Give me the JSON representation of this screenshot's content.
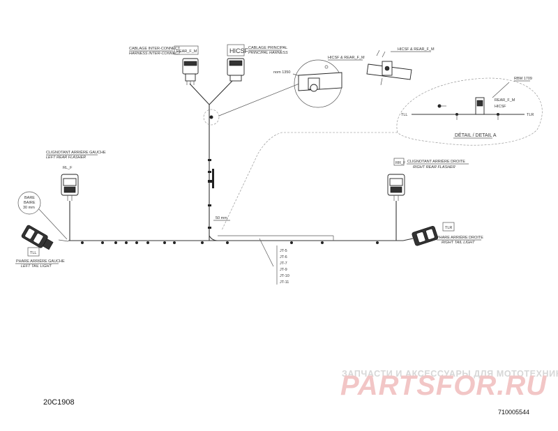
{
  "labels": {
    "harness_inter_connect_fr": "CABLAGE INTER-CONNECT",
    "harness_inter_connect_en": "HARNESS INTER-CONNECT",
    "rear_f_m_top": "REAR_F_M",
    "hicsf_box": "HICSF",
    "main_harness_fr": "CABLAGE PRINCIPAL",
    "main_harness_en": "PRINCIPAL HARNESS",
    "hicsf_rear_f_m": "HICSF & REAR_F_M",
    "hicsf_rear_f_m_2": "HICSF & REAR_F_M",
    "dim_1350": "nom 1350",
    "rbm_code": "RBM 1709",
    "rear_f_m_detail": "REAR_F_M",
    "hicsf_detail": "HICSF",
    "tll_detail": "TLL",
    "tlr_detail": "TLR",
    "detail_a": "DÉTAIL / DETAIL A",
    "left_flasher_fr": "CLIGNOTANT ARRIÈRE GAUCHE",
    "left_flasher_en": "LEFT REAR FLASHER",
    "rl_f": "RL_F",
    "right_flasher_box": "RR_F",
    "right_flasher_fr": "CLIGNOTANT ARRIÈRE DROITE",
    "right_flasher_en": "RIGHT REAR FLASHER",
    "bare_1": "BARE",
    "bare_2": "BAIRE",
    "bare_3": "30 mm",
    "dim_50": "50 mm",
    "tll_box": "TLL",
    "left_tail_fr": "PHARE ARRIÈRE GAUCHE",
    "left_tail_en": "LEFT TAIL LIGHT",
    "tlr_box": "TLR",
    "right_tail_fr": "PHARE ARRIÈRE DROITE",
    "right_tail_en": "RIGHT TAIL LIGHT",
    "jt_list": [
      "JT-5",
      "JT-6",
      "JT-7",
      "JT-9",
      "JT-10",
      "JT-11"
    ],
    "drawing_code": "20C1908",
    "part_number": "710005544"
  },
  "watermark": {
    "tagline": "ЗАПЧАСТИ И АКСЕССУАРЫ ДЛЯ МОТОТЕХНИКИ",
    "brand": "PARTSFOR.RU",
    "color": "#f2c6c6"
  }
}
